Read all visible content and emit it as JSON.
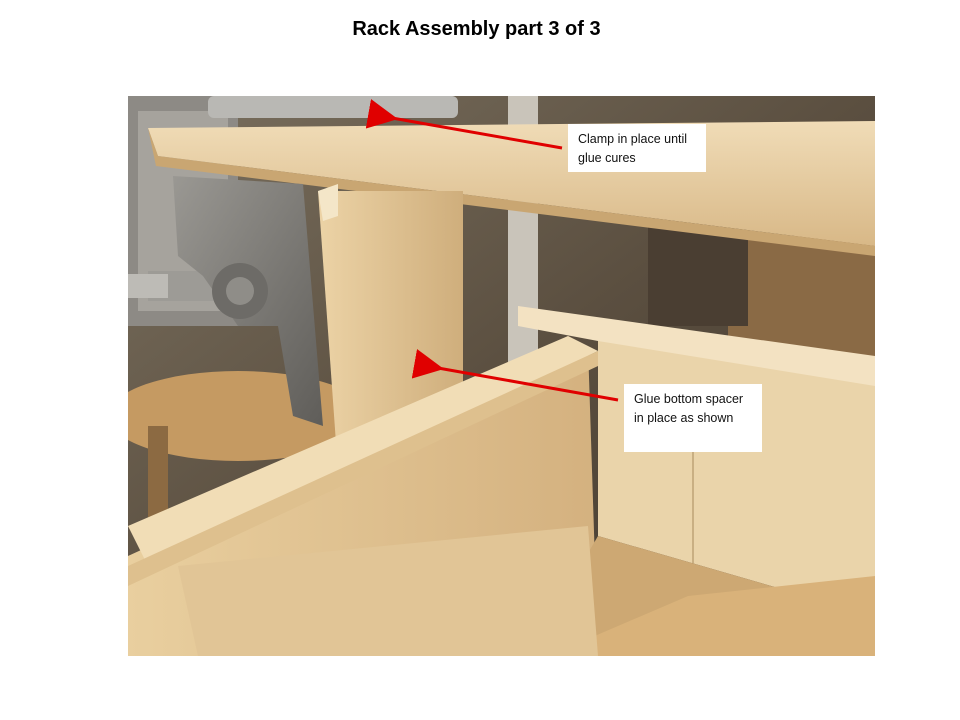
{
  "slide": {
    "title": "Rack Assembly part 3 of 3"
  },
  "callouts": [
    {
      "text": "Clamp in place until glue cures"
    },
    {
      "text": "Glue bottom spacer in place as shown"
    }
  ],
  "colors": {
    "background": "#ffffff",
    "arrow": "#e00000",
    "wood_light": "#e8cfa3",
    "wood_mid": "#d9b987",
    "clamp_metal": "#7d7b77"
  }
}
